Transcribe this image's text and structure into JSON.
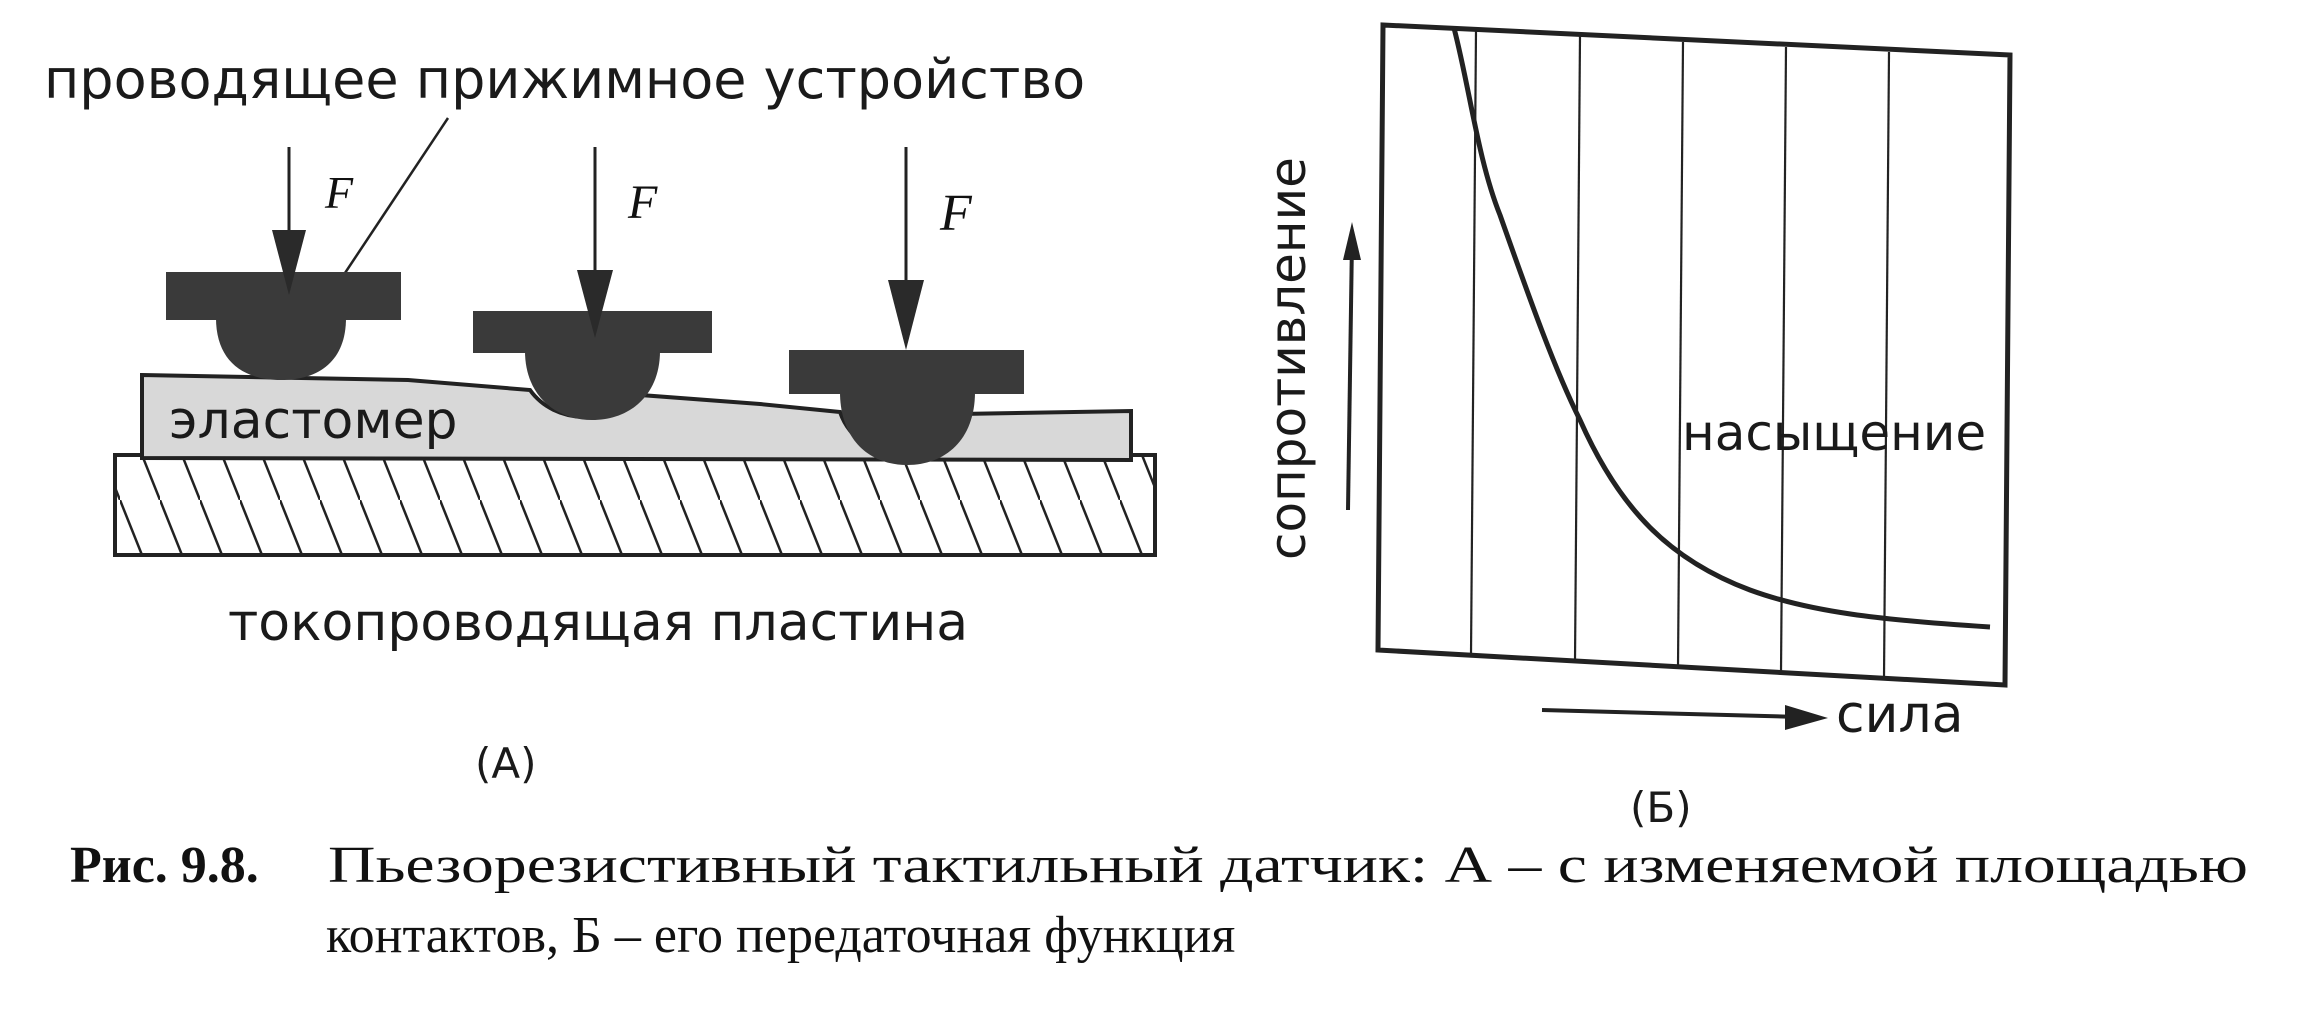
{
  "panel_a": {
    "label_device": "проводящее прижимное устройство",
    "force_label": "F",
    "label_elastomer": "эластомер",
    "label_plate": "токопроводящая пластина",
    "panel_label": "(A)"
  },
  "panel_b": {
    "y_axis_label": "сопротивление",
    "x_axis_label": "сила",
    "curve_annotation": "насыщение",
    "panel_label": "(Б)"
  },
  "caption": {
    "number": "Рис. 9.8.",
    "line1": "Пьезорезистивный тактильный датчик: А – с изменяемой площадью",
    "line2": "контактов, Б – его передаточная функция"
  },
  "colors": {
    "ink": "#1a1a1a",
    "plunger": "#3a3a3a",
    "elastomer": "#d8d8d8"
  }
}
